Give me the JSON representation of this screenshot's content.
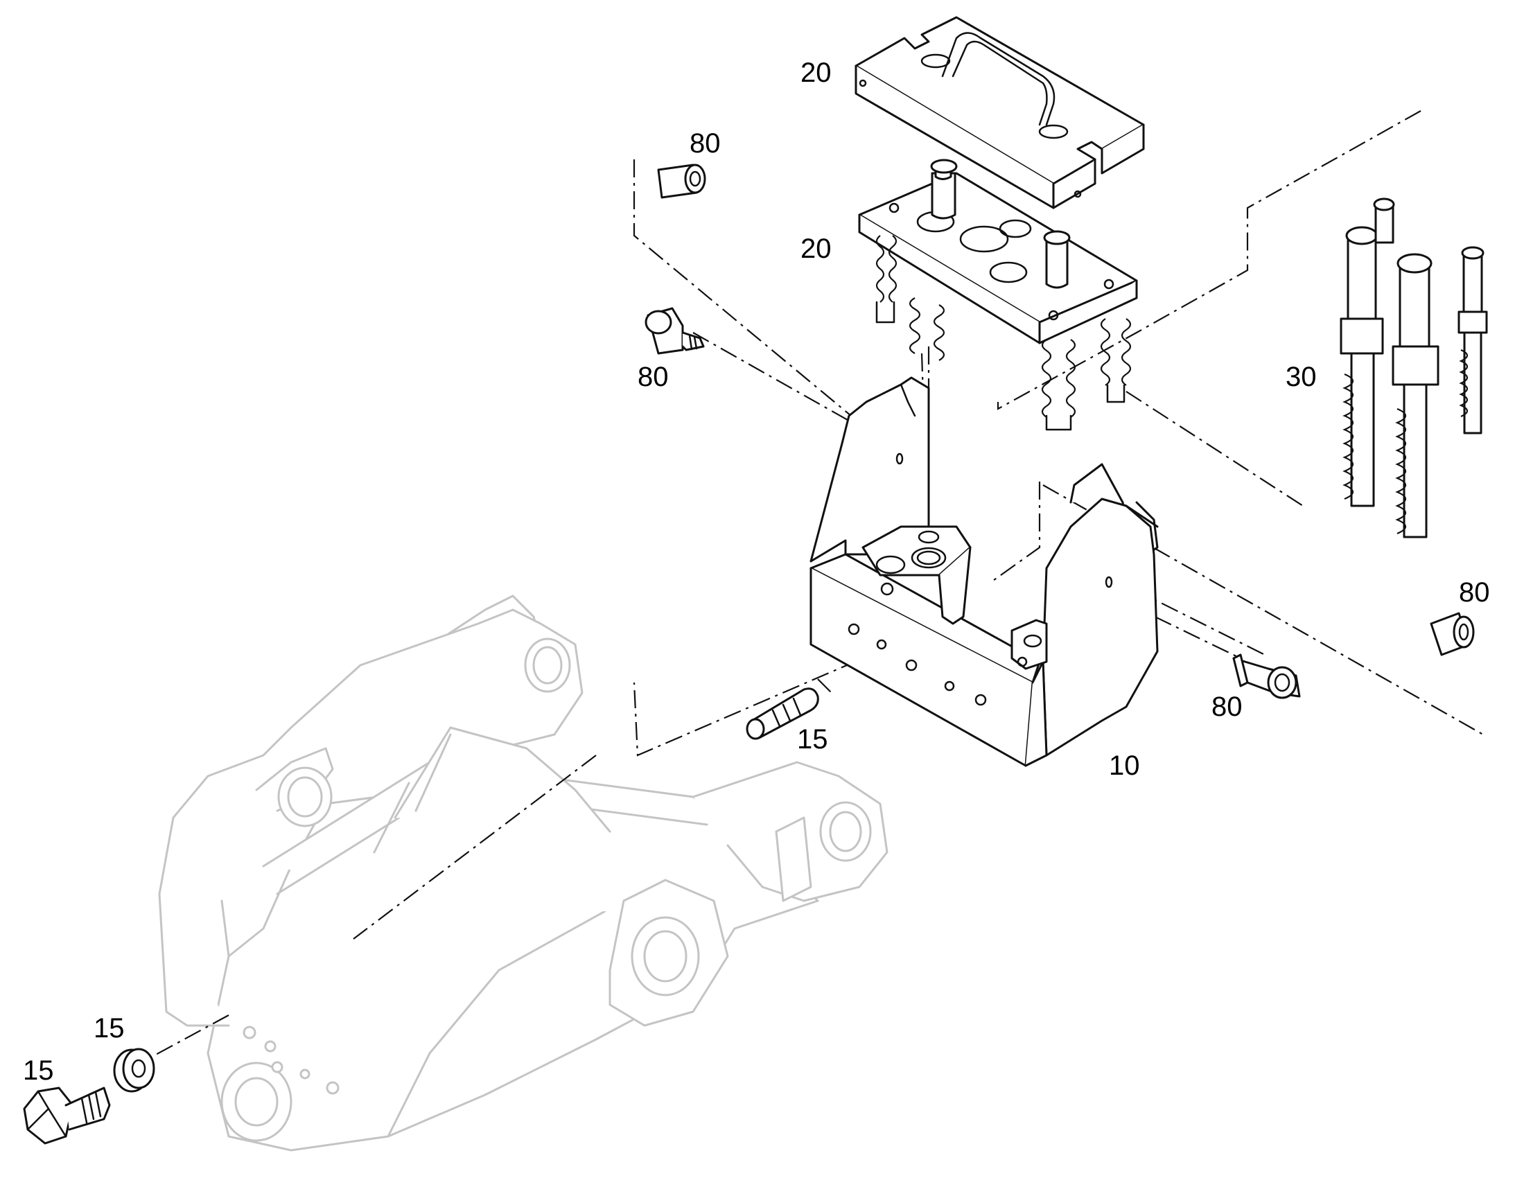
{
  "diagram": {
    "callouts": [
      {
        "id": "c-20-top",
        "text": "20"
      },
      {
        "id": "c-20-mid",
        "text": "20"
      },
      {
        "id": "c-80-a",
        "text": "80"
      },
      {
        "id": "c-80-b",
        "text": "80"
      },
      {
        "id": "c-30",
        "text": "30"
      },
      {
        "id": "c-80-c",
        "text": "80"
      },
      {
        "id": "c-80-d",
        "text": "80"
      },
      {
        "id": "c-15-pin",
        "text": "15"
      },
      {
        "id": "c-10",
        "text": "10"
      },
      {
        "id": "c-15-washer",
        "text": "15"
      },
      {
        "id": "c-15-bolt",
        "text": "15"
      }
    ]
  }
}
